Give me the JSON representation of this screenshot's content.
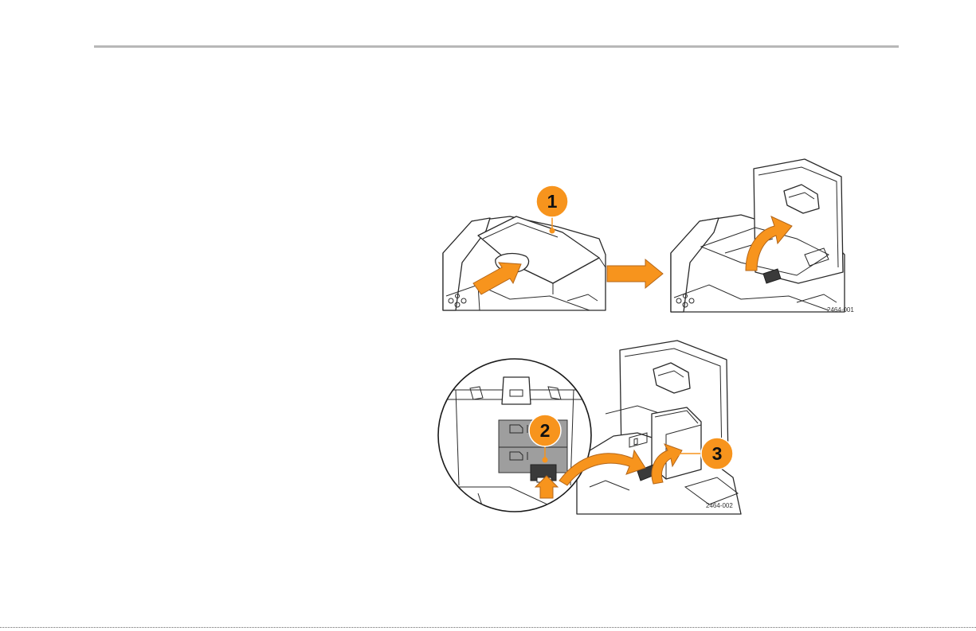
{
  "figure": {
    "callouts": {
      "one": "1",
      "two": "2",
      "three": "3"
    },
    "figure_ids": {
      "top": "2464-001",
      "bottom": "2464-002"
    },
    "colors": {
      "accent": "#f7941d",
      "rule": "#b8b8b8",
      "shading": "#9e9e9e"
    }
  }
}
